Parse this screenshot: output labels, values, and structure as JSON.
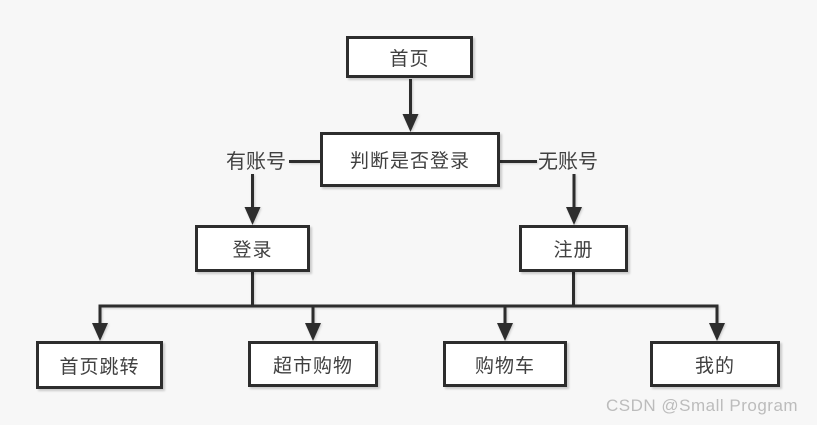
{
  "page": {
    "background_color": "#f7f7f7",
    "line_color": "#2d2d2d",
    "box_fill_color": "#ffffff",
    "text_color": "#404040"
  },
  "flowchart": {
    "nodes": [
      {
        "id": "home",
        "label": "首页"
      },
      {
        "id": "judge-login",
        "label": "判断是否登录"
      },
      {
        "id": "login",
        "label": "登录"
      },
      {
        "id": "register",
        "label": "注册"
      },
      {
        "id": "home-redirect",
        "label": "首页跳转"
      },
      {
        "id": "market-shopping",
        "label": "超市购物"
      },
      {
        "id": "cart",
        "label": "购物车"
      },
      {
        "id": "mine",
        "label": "我的"
      }
    ],
    "edge_labels": [
      {
        "id": "has-account",
        "label": "有账号"
      },
      {
        "id": "no-account",
        "label": "无账号"
      }
    ],
    "edges": [
      {
        "from": "home",
        "to": "judge-login"
      },
      {
        "from": "judge-login",
        "to": "login",
        "label": "有账号"
      },
      {
        "from": "judge-login",
        "to": "register",
        "label": "无账号"
      },
      {
        "from": "login",
        "to": "home-redirect"
      },
      {
        "from": "login",
        "to": "market-shopping"
      },
      {
        "from": "login",
        "to": "cart"
      },
      {
        "from": "login",
        "to": "mine"
      },
      {
        "from": "register",
        "to": "home-redirect"
      },
      {
        "from": "register",
        "to": "market-shopping"
      },
      {
        "from": "register",
        "to": "cart"
      },
      {
        "from": "register",
        "to": "mine"
      }
    ]
  },
  "watermark": {
    "text": "CSDN @Small Program",
    "color": "#bcbcbc"
  }
}
